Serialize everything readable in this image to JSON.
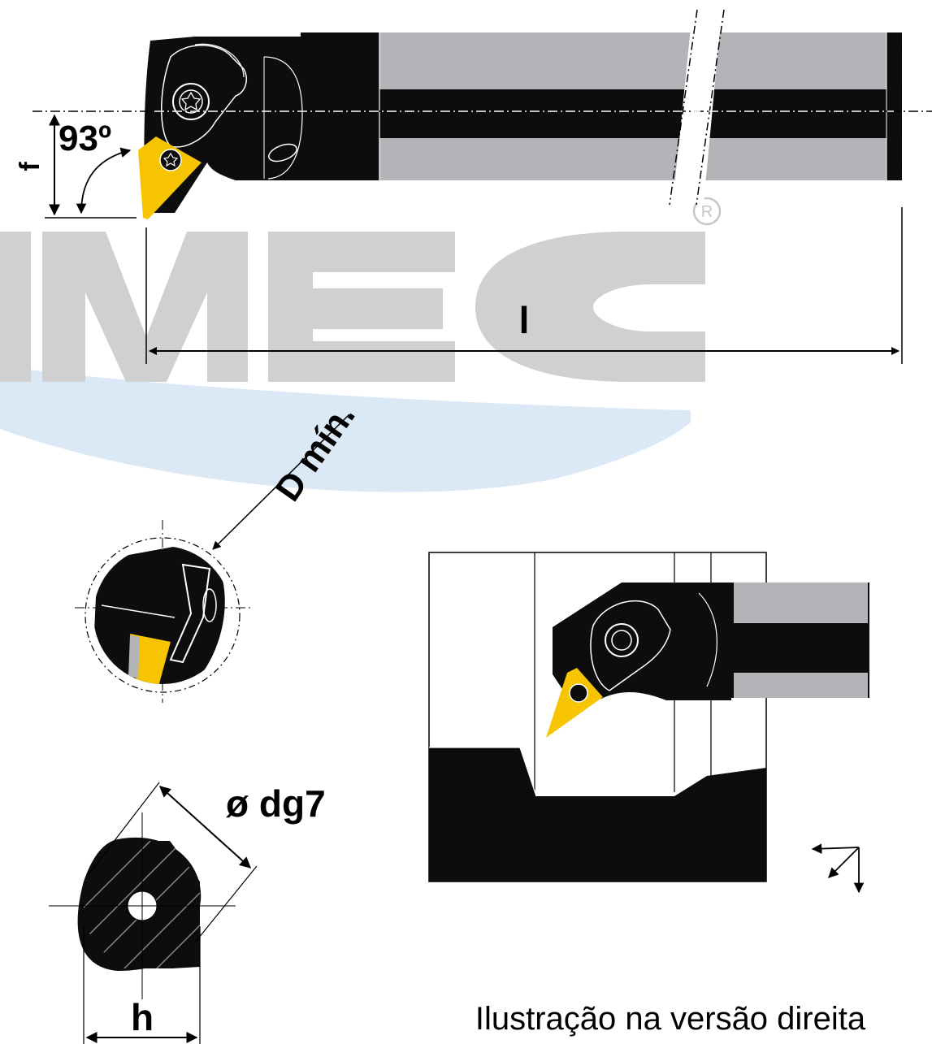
{
  "watermark": {
    "text": "RMEC",
    "registered_mark": "R"
  },
  "labels": {
    "angle": "93º",
    "f": "f",
    "length": "l",
    "d_min": "D mín.",
    "shank_diameter": "ø dg7",
    "h": "h"
  },
  "caption": "Ilustração na versão direita",
  "colors": {
    "body": "#0d0d0d",
    "insert": "#f6c400",
    "shank_flat": "#b3b4b8",
    "watermark_gray": "#d0d0d0",
    "watermark_blue": "#dbe9f6"
  }
}
